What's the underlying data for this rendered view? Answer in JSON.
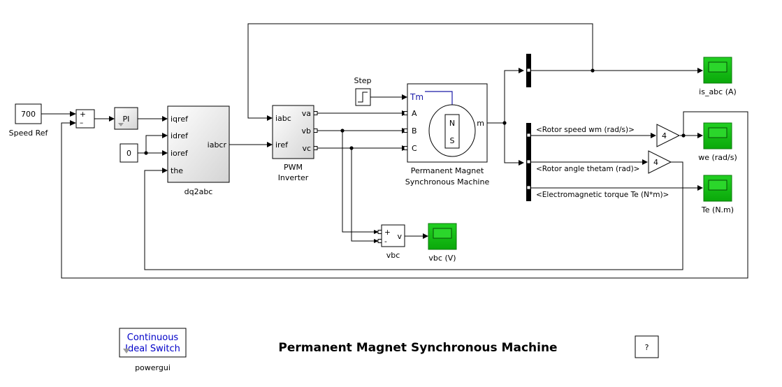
{
  "title": "Permanent Magnet Synchronous Machine",
  "colors": {
    "scope": "#10c010",
    "scope_screen": "#2bd62b",
    "tm_port": "#1a1aa8",
    "powergui_text": "#0000c8"
  },
  "blocks": {
    "speed_ref": {
      "value": "700",
      "label": "Speed Ref"
    },
    "sum": {
      "plus": "+",
      "minus": "–"
    },
    "pi": {
      "label": "PI"
    },
    "zero_const": {
      "value": "0"
    },
    "dq2abc": {
      "label": "dq2abc",
      "inputs": [
        "iqref",
        "idref",
        "ioref",
        "the"
      ],
      "output": "iabcr"
    },
    "pwm": {
      "label_line1": "PWM",
      "label_line2": "Inverter",
      "inputs": [
        "iabc",
        "iref"
      ],
      "outputs": [
        "va",
        "vb",
        "vc"
      ]
    },
    "step": {
      "label": "Step"
    },
    "pmsm": {
      "label_line1": "Permanent Magnet",
      "label_line2": "Synchronous Machine",
      "ports": [
        "Tm",
        "A",
        "B",
        "C"
      ],
      "output": "m",
      "pole_n": "N",
      "pole_s": "S"
    },
    "vbc": {
      "label": "vbc",
      "plus": "+",
      "minus": "-",
      "output": "v"
    },
    "gain1": {
      "value": "4"
    },
    "gain2": {
      "value": "4"
    },
    "powergui": {
      "line1": "Continuous",
      "line2": "Ideal Switch",
      "label": "powergui"
    },
    "help": {
      "label": "?"
    }
  },
  "signals": {
    "rotor_speed": "<Rotor speed wm (rad/s)>",
    "rotor_angle": "<Rotor angle thetam (rad)>",
    "torque": "<Electromagnetic torque Te (N*m)>"
  },
  "scopes": [
    {
      "id": "is_abc",
      "label": "is_abc (A)"
    },
    {
      "id": "we",
      "label": "we (rad/s)"
    },
    {
      "id": "te",
      "label": "Te (N.m)"
    },
    {
      "id": "vbc",
      "label": "vbc (V)"
    }
  ]
}
